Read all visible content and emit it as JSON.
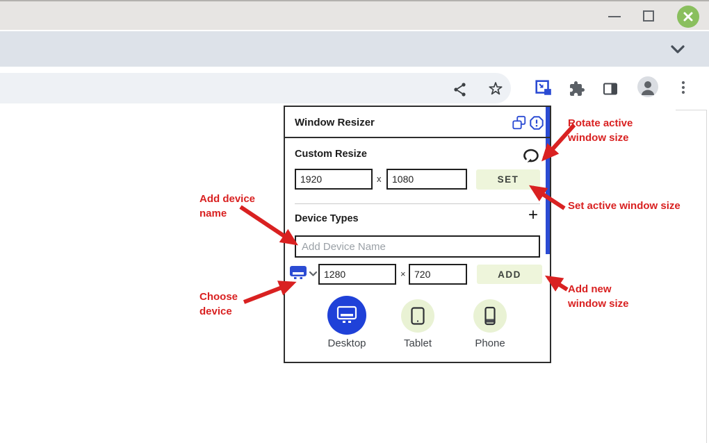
{
  "titlebar": {
    "minimize_icon": "minimize-icon",
    "maximize_icon": "maximize-icon",
    "close_icon": "close-x-icon"
  },
  "toolbar": {
    "icons": {
      "share": "share-icon",
      "bookmark": "star-icon",
      "window_resizer": "window-resizer-extension-icon",
      "extensions": "puzzle-icon",
      "side_panel": "side-panel-icon",
      "profile": "avatar-icon",
      "menu": "three-dot-menu-icon",
      "tab_chevron": "chevron-down-icon"
    }
  },
  "popup": {
    "title": "Window Resizer",
    "header_icons": {
      "popout": "popout-windows-icon",
      "alert": "alert-octagon-icon"
    },
    "custom_resize": {
      "label": "Custom Resize",
      "rotate_icon": "rotate-ccw-icon",
      "width_value": "1920",
      "separator": "x",
      "height_value": "1080",
      "set_button": "SET"
    },
    "device_types": {
      "label": "Device Types",
      "add_icon": "+",
      "name_placeholder": "Add Device Name",
      "device_select_icon": "monitor-icon",
      "width_value": "1280",
      "separator": "×",
      "height_value": "720",
      "add_button": "ADD",
      "devices": [
        {
          "label": "Desktop",
          "selected": true
        },
        {
          "label": "Tablet",
          "selected": false
        },
        {
          "label": "Phone",
          "selected": false
        }
      ]
    }
  },
  "annotations": {
    "rotate": "Rotate active window size",
    "set": "Set active window size",
    "add_new": "Add new window size",
    "add_device_name": "Add device name",
    "choose_device": "Choose device"
  },
  "colors": {
    "accent_blue": "#2b4bd3",
    "selected_device_bg": "#1f41d8",
    "action_button_bg": "#eef5db",
    "device_circle_bg": "#e9f2d4",
    "annotation_red": "#d92121",
    "close_button_green": "#8abf5e"
  }
}
